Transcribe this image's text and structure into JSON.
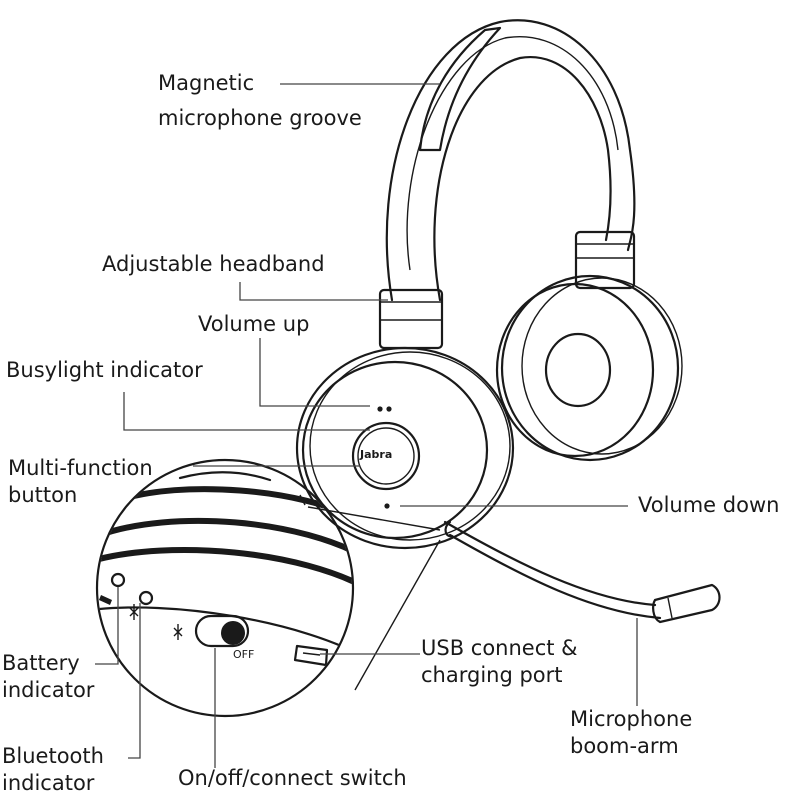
{
  "brand": "Jabra",
  "labels": {
    "magnetic_groove": "Magnetic\nmicrophone groove",
    "adjustable_headband": "Adjustable headband",
    "volume_up": "Volume up",
    "busylight": "Busylight indicator",
    "multi_function": "Multi-function\nbutton",
    "volume_down": "Volume down",
    "usb_port": "USB connect &\ncharging port",
    "battery": "Battery\nindicator",
    "bluetooth": "Bluetooth\nindicator",
    "onoff": "On/off/connect switch",
    "boom_arm": "Microphone\nboom-arm",
    "off_text": "OFF"
  },
  "icons": {
    "bluetooth_left": "bluetooth-icon",
    "bluetooth_switch": "bluetooth-icon",
    "battery": "battery-icon",
    "usb": "usb-port-icon"
  }
}
